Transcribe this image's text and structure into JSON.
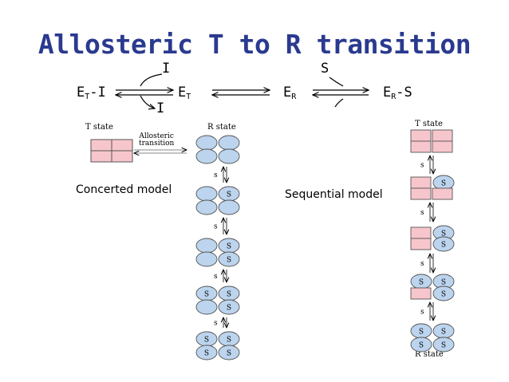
{
  "title": "Allosteric T to R transition",
  "reaction": {
    "et_i": {
      "base": "E",
      "sub": "T",
      "suffix": "-I"
    },
    "et": {
      "base": "E",
      "sub": "T",
      "suffix": ""
    },
    "er": {
      "base": "E",
      "sub": "R",
      "suffix": ""
    },
    "er_s": {
      "base": "E",
      "sub": "R",
      "suffix": "-S"
    },
    "inhibitor_top": "I",
    "inhibitor_bottom": "I",
    "substrate": "S"
  },
  "concerted": {
    "label": "Concerted model",
    "t_state_label": "T state",
    "r_state_label": "R state",
    "allosteric_line1": "Allosteric",
    "allosteric_line2": "transition",
    "s_label": "s",
    "bound_label": "S"
  },
  "sequential": {
    "label": "Sequential model",
    "t_state_label": "T state",
    "r_state_label": "R state",
    "s_label": "s",
    "bound_label": "S"
  },
  "colors": {
    "title": "#2a3a8f",
    "t_fill": "#f7c6cc",
    "r_fill": "#bcd4ee",
    "outline": "#555555"
  }
}
